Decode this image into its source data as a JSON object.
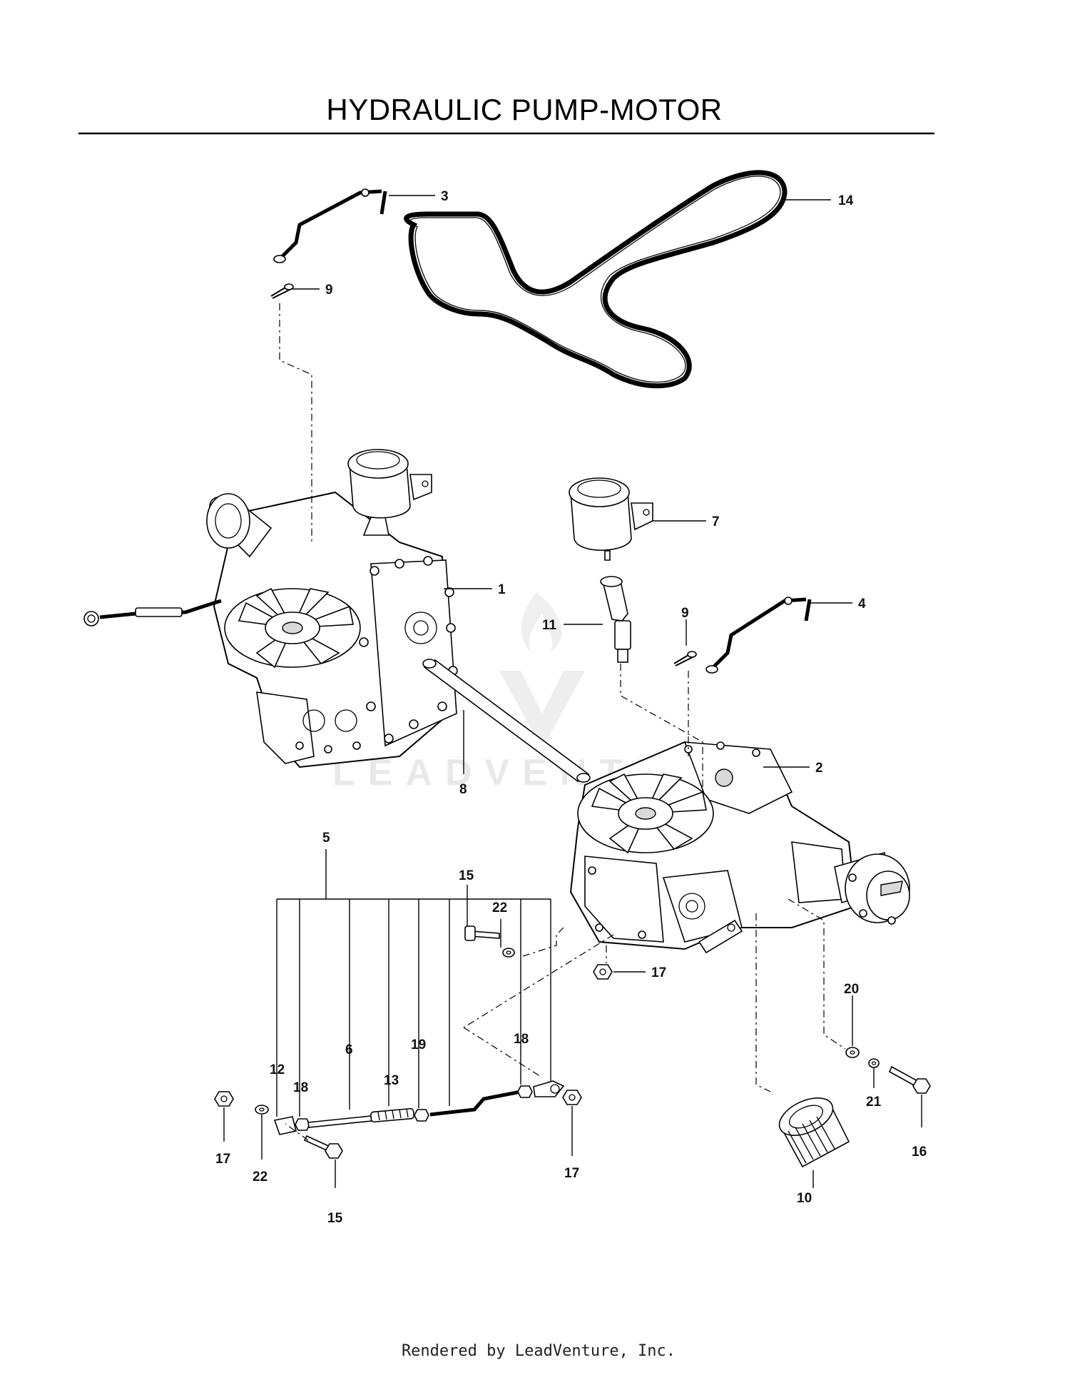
{
  "title": "HYDRAULIC PUMP-MOTOR",
  "footer": "Rendered by LeadVenture, Inc.",
  "watermark": "LEADVENTURE",
  "callouts": {
    "c1": "1",
    "c2": "2",
    "c3": "3",
    "c4": "4",
    "c5": "5",
    "c6": "6",
    "c7": "7",
    "c8": "8",
    "c9a": "9",
    "c9b": "9",
    "c10": "10",
    "c11": "11",
    "c12": "12",
    "c13": "13",
    "c14": "14",
    "c15a": "15",
    "c15b": "15",
    "c16": "16",
    "c17a": "17",
    "c17b": "17",
    "c17c": "17",
    "c18a": "18",
    "c18b": "18",
    "c19": "19",
    "c20": "20",
    "c21": "21",
    "c22a": "22",
    "c22b": "22"
  }
}
